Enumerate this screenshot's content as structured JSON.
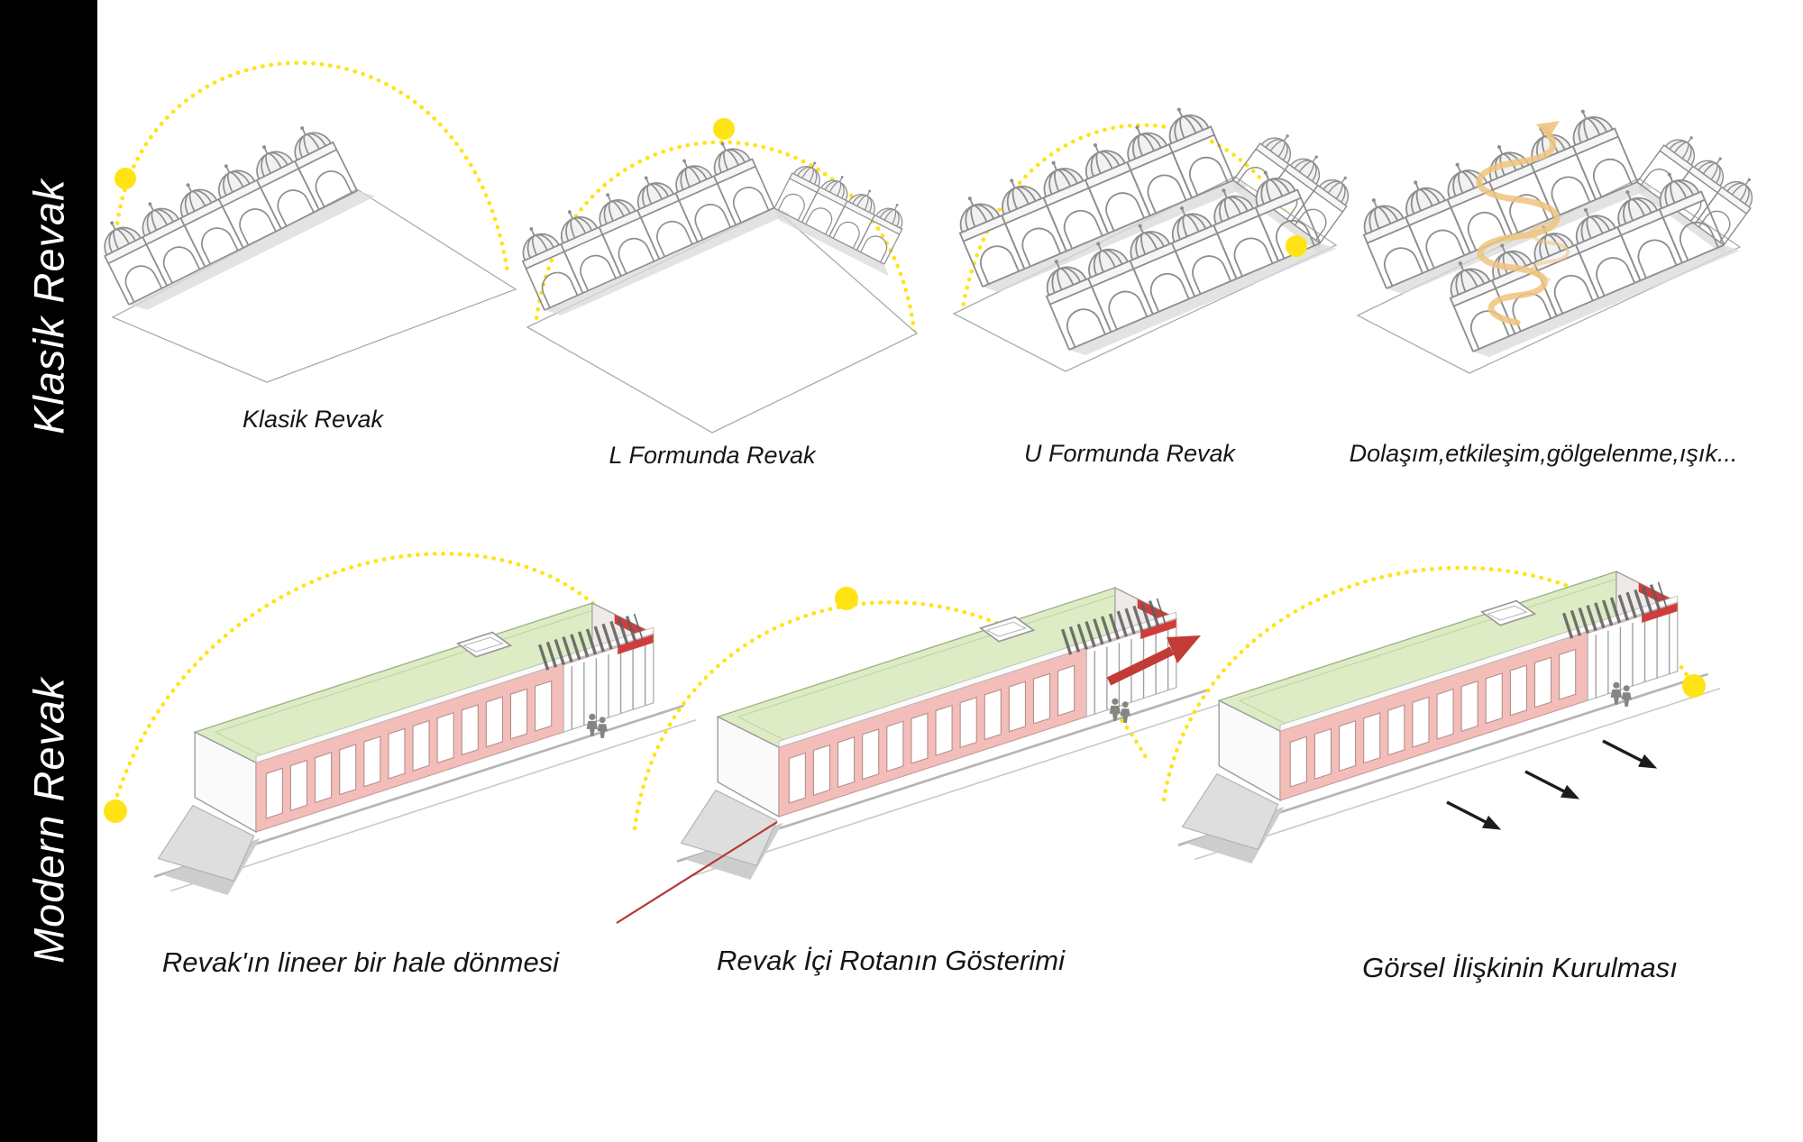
{
  "sidebar": {
    "top_label": "Klasik Revak",
    "bottom_label": "Modern Revak"
  },
  "top_row": {
    "panels": [
      {
        "caption": "Klasik Revak",
        "type": "linear-portico"
      },
      {
        "caption": "L Formunda Revak",
        "type": "l-form-portico"
      },
      {
        "caption": "U Formunda Revak",
        "type": "u-form-portico"
      },
      {
        "caption": "Dolaşım,etkileşim,gölgelenme,ışık...",
        "type": "u-form-circulation"
      }
    ]
  },
  "bottom_row": {
    "panels": [
      {
        "caption": "Revak'ın lineer bir hale dönmesi",
        "type": "linear-modern-building"
      },
      {
        "caption": "Revak İçi Rotanın Gösterimi",
        "type": "route-modern-building"
      },
      {
        "caption": "Görsel İlişkinin Kurulması",
        "type": "visual-modern-building"
      }
    ]
  },
  "colors": {
    "sun_yellow": "#ffe315",
    "facade_pink": "#f3beb9",
    "roof_green": "#ddecc5",
    "route_red": "#c23b36",
    "spiral_tan": "#eec47f",
    "sidebar_bg": "#000000"
  }
}
